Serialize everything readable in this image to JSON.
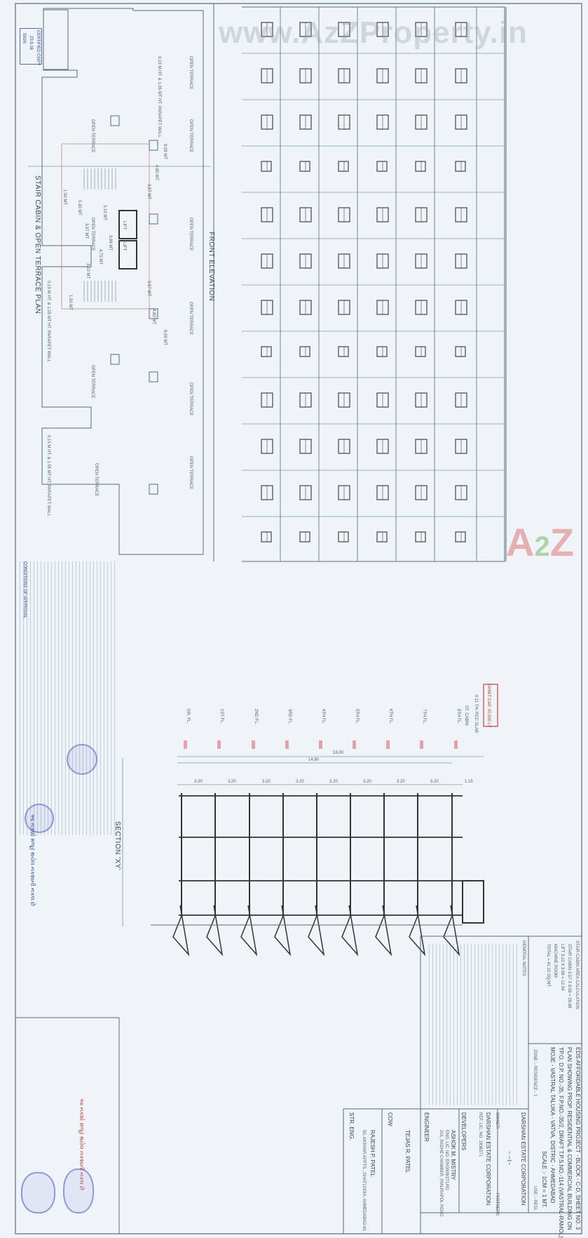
{
  "watermark": "www.AzZProperty.in",
  "logo": {
    "text_a": "A",
    "text_2": "2",
    "text_z": "Z",
    "colors": {
      "a": "#dc5a5a",
      "two": "#6eb45a"
    }
  },
  "stamp_top": {
    "line1": "CERTIFIED COPY",
    "line2": "23.9.16",
    "line3": "SIGN"
  },
  "plan": {
    "title": "STAIR CABIN & OPEN TERRACE PLAN",
    "open_terrace": "OPEN TERRACE",
    "parapet": "0.15 M HT. & 1.05 MT HT. PARAPET WALL",
    "lift": "LIFT",
    "dims": [
      "8.09 MT",
      "4.80 MT",
      "3.57 MT",
      "1.50 MT",
      "5.30 MT",
      "3.10 MT",
      "3.57 MT",
      "3.98 MT",
      "4.75 MT",
      "3.10 MT",
      "3.57 MT",
      "1.50 MT",
      "4.80 MT",
      "8.09 MT"
    ]
  },
  "elevation": {
    "title": "FRONT ELEVATION"
  },
  "section": {
    "title": "SECTION 'XY'",
    "st_cabin": "ST. CABIN",
    "slab": "0.11 TH. RCC SLAB",
    "water_tank": "OHWT CAP. 20,000 LT",
    "floors": [
      "GR. FL.",
      "1ST FL.",
      "2ND FL.",
      "3RD FL.",
      "4TH FL.",
      "5TH FL.",
      "6TH FL.",
      "7TH FL.",
      "8TH FL."
    ],
    "dims": [
      "18.00",
      "14.80",
      "3.20",
      "3.20",
      "3.20",
      "3.20",
      "3.20",
      "3.20",
      "3.20",
      "3.20",
      "1.15"
    ]
  },
  "title_block": {
    "area_heading": "STAIR CABIN AREA CALCULATION",
    "area_rows": [
      "STAIR CABIN  3.57 X 8.09 = 28.88",
      "LIFT  3.10 X 3.98 = 12.34",
      "MACHINE ROOM",
      "TOTAL = 41.22 SQ.MT"
    ],
    "project": "EDS AFFORDABLE HOUSING PROJECT - BLOCK - C-D, SHEET NO. 3",
    "plan_showing": "PLAN SHOWING PROP. RESIDENTIAL & COMMERCIAL BUILDING ON",
    "tp": "TP.O. D.P. NO.-35, F.P.NO.-35/2, DRAFT T.P.S.NO.-114 (VASTRAL-RAMOL)",
    "moje": "MOJE - VASTRAL TALUKA - VATVA, DISTRIC - AHMEDABAD",
    "scale": "SCALE :- 1CM = 1 MT.",
    "zone": "ZONE :- RESIDENCE - 1",
    "use": "USE :- RESI.",
    "general_notes": "GENERAL NOTES",
    "owner_firm": "DARSHAN ESTATE CORPORATION",
    "owner": "OWNER",
    "partners": "PARTNERS",
    "developer_firm": "DARSHAN ESTATE CORPORATION",
    "developer_addr": "REF. LIC. NO. 1836271",
    "developers": "DEVELOPERS",
    "engineer_name": "ASHOK M. MISTRY",
    "engineer_lic": "ENG. LIC. NO. ER/0008/271/R0",
    "engineer_addr": "201, RADHE CHAMBER, PANJRAPOL ROAD",
    "engineer": "ENGINEER",
    "cow_name": "TEJAS R. PATEL",
    "cow": "COW",
    "str_name": "RAJESH P. PATEL",
    "str_addr": "50, AKSHAR APPTS., GHATLODIA, AHMEDABAD-61",
    "str_eng": "STR. ENG."
  },
  "approval_text": "CONDITIONS OF APPROVAL",
  "gujarati_note": "આ નકશો મંજૂર થયેલ નકશાની નકલ છે"
}
